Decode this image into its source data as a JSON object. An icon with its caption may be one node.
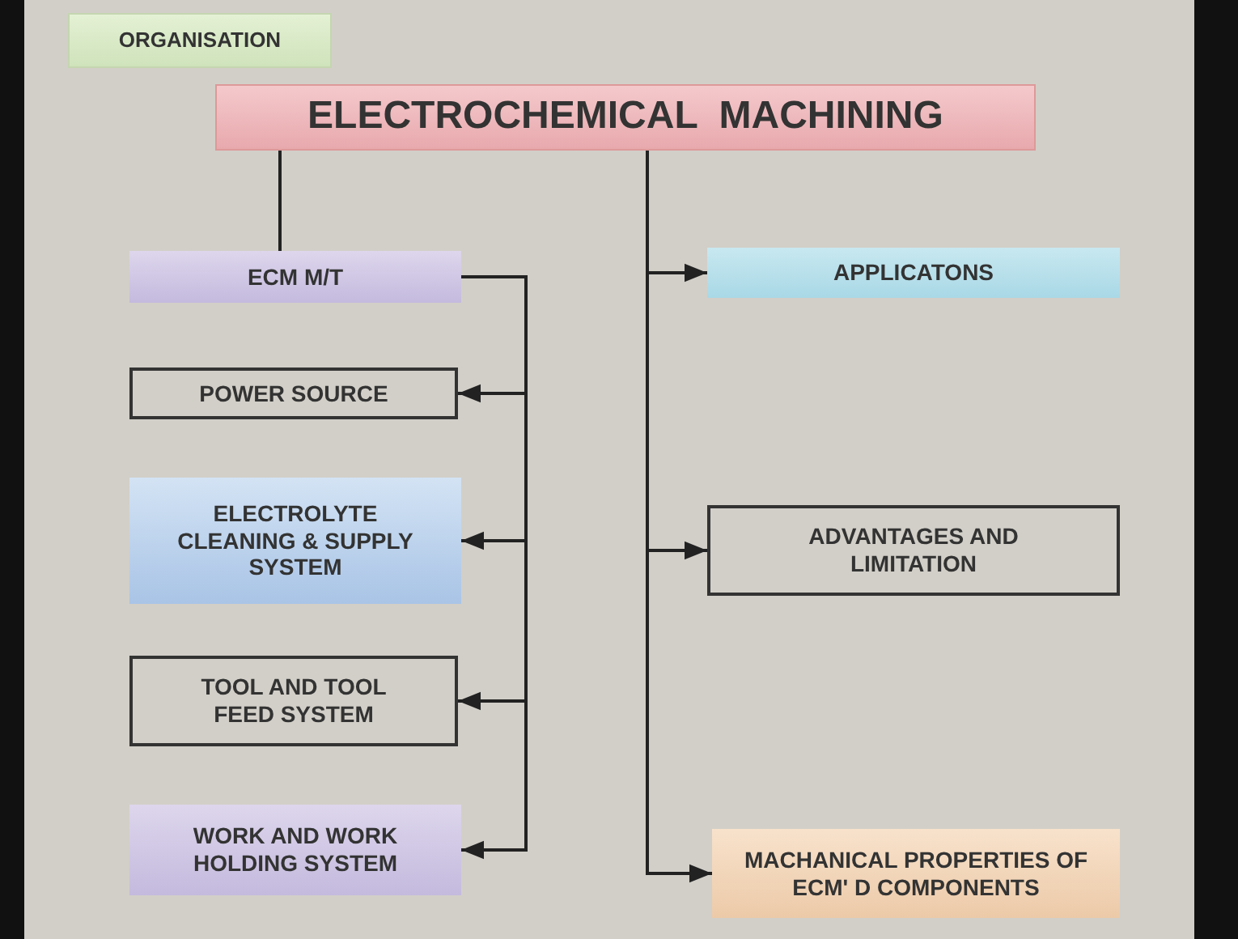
{
  "diagram": {
    "nodes": [
      {
        "text": [
          "ORGANISATION"
        ]
      },
      {
        "text": [
          "ELECTROCHEMICAL  MACHINING"
        ]
      },
      {
        "text": [
          "ECM M/T"
        ]
      },
      {
        "text": [
          "POWER SOURCE"
        ]
      },
      {
        "text": [
          "ELECTROLYTE CLEANING & SUPPLY SYSTEM"
        ]
      },
      {
        "text": [
          "TOOL AND TOOL FEED SYSTEM"
        ]
      },
      {
        "text": [
          "WORK AND WORK HOLDING SYSTEM"
        ]
      },
      {
        "text": [
          "APPLICATONS"
        ]
      },
      {
        "text": [
          "ADVANTAGES AND LIMITATION"
        ]
      },
      {
        "text": [
          "MACHANICAL PROPERTIES OF ECM' D COMPONENTS"
        ]
      }
    ],
    "edges": [
      {
        "from": 1,
        "to": 2,
        "arrow": "none"
      },
      {
        "from": 2,
        "to": 3,
        "arrow": "to"
      },
      {
        "from": 2,
        "to": 4,
        "arrow": "to"
      },
      {
        "from": 2,
        "to": 5,
        "arrow": "to"
      },
      {
        "from": 2,
        "to": 6,
        "arrow": "to"
      },
      {
        "from": 1,
        "to": 7,
        "arrow": "to"
      },
      {
        "from": 1,
        "to": 8,
        "arrow": "to"
      },
      {
        "from": 1,
        "to": 9,
        "arrow": "to"
      }
    ]
  }
}
